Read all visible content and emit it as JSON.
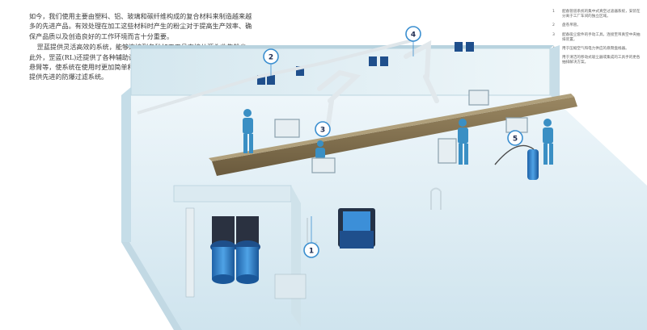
{
  "intro": {
    "paragraph_1": "如今，我们使用主要由塑料、铝、玻璃和碳纤维构成的复合材料来制造越来越多的先进产品。有效处理在加工这些材料时产生的粉尘对于提高生产效率、确保产品质以及创造良好的工作环境而言十分重要。",
    "paragraph_2": "罡蓝提供灵活高效的系统，能够连接到各种加工工具直接从源头收集粉尘。此外，罡蓝(RL)还提供了各种辅助设备作为补充，如盘管盘线器、平衡器以及悬臂等，使系统在使用时更加简单和便利。罡蓝(RL)还为易燃易爆粉尘的处理提供先进的防爆过滤系统。"
  },
  "legend": [
    {
      "num": "1",
      "text": "配备管道系统的集中式真空过滤器系统，安装在分离于工厂车间的独立区域。"
    },
    {
      "num": "2",
      "text": "盘卷吊管。"
    },
    {
      "num": "3",
      "text": "配备吸尘套件的手动工具，连接至吊真空中央抽排装置。"
    },
    {
      "num": "4",
      "text": "用于压缩空气和电力供应的悬臂盘线器。"
    },
    {
      "num": "5",
      "text": "用于清洁的移动式吸尘器或集成的工具手的更各抽排解决方案。"
    }
  ],
  "callouts": [
    "1",
    "2",
    "3",
    "4",
    "5"
  ],
  "colors": {
    "floor": "#dcecf3",
    "wall": "#e9f4f8",
    "beam": "#7d6c4d",
    "equipment_blue": "#2878c0",
    "callout_ring": "#3b8fd0",
    "worker": "#3a8fc4"
  }
}
